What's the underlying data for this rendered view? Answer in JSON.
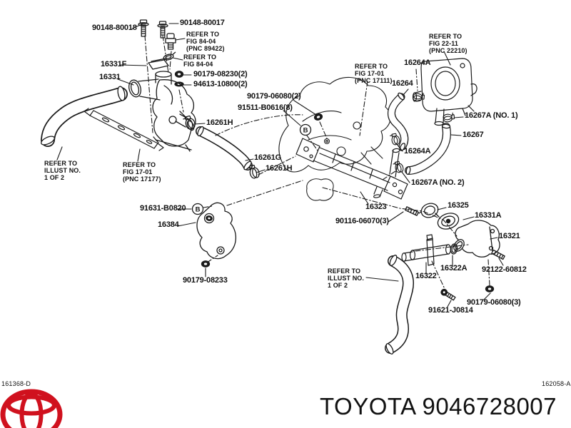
{
  "diagram": {
    "title": "TOYOTA 9046728007",
    "code_left": "161368-D",
    "code_right": "162058-A"
  },
  "symbols": {
    "circled_b": "B"
  },
  "colors": {
    "line": "#1a1a1a",
    "logo_red": "#d0111e"
  },
  "parts": {
    "p90148_80018": "90148-80018",
    "p90148_80017": "90148-80017",
    "p16331F": "16331F",
    "p16331": "16331",
    "p90179_08230": "90179-08230(2)",
    "p94613_10800": "94613-10800(2)",
    "p90179_06080_2": "90179-06080(2)",
    "p91511_B0616": "91511-B0616(8)",
    "p16261H_a": "16261H",
    "p16261G": "16261G",
    "p16261H_b": "16261H",
    "p16264A_a": "16264A",
    "p16264": "16264",
    "p16267A_1": "16267A (NO. 1)",
    "p16267": "16267",
    "p16264A_b": "16264A",
    "p16267A_2": "16267A (NO. 2)",
    "p16323": "16323",
    "p90116_06070": "90116-06070(3)",
    "p16325": "16325",
    "p16331A": "16331A",
    "p16321": "16321",
    "p92122_60812": "92122-60812",
    "p16322A": "16322A",
    "p16322": "16322",
    "p91621_J0814": "91621-J0814",
    "p90179_06080_3": "90179-06080(3)",
    "p91631_B0820": "91631-B0820",
    "p16384": "16384",
    "p90179_08233": "90179-08233"
  },
  "notes": {
    "fig8404_pnc": "REFER TO\nFIG 84-04\n(PNC 89422)",
    "fig8404": "REFER TO\nFIG 84-04",
    "illust_left": "REFER TO\nILLUST NO.\n1 OF 2",
    "fig1701_17177": "REFER TO\nFIG 17-01\n(PNC 17177)",
    "fig1701_17111": "REFER TO\nFIG 17-01\n(PNC 17111)",
    "fig2211": "REFER TO\nFIG 22-11\n(PNC 22210)",
    "illust_bottom": "REFER TO\nILLUST NO.\n1 OF 2"
  }
}
